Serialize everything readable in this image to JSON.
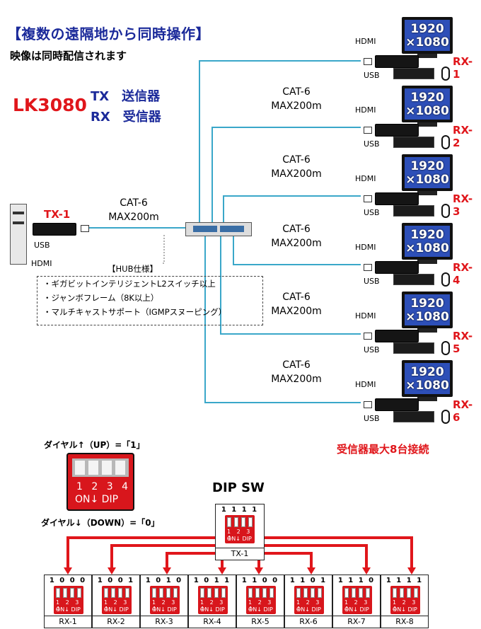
{
  "header": {
    "title": "【複数の遠隔地から同時操作】",
    "subtitle": "映像は同時配信されます",
    "model": "LK3080",
    "tx_line": "TX　送信器",
    "rx_line": "RX　受信器"
  },
  "tx": {
    "label": "TX-1",
    "usb_label": "USB",
    "hdmi_label": "HDMI",
    "cable_label_1": "CAT-6",
    "cable_label_2": "MAX200m"
  },
  "receivers": [
    {
      "label": "RX-1",
      "screen_1": "1920",
      "screen_2": "×1080",
      "hdmi": "HDMI",
      "usb": "USB",
      "cable_1": "CAT-6",
      "cable_2": "MAX200m"
    },
    {
      "label": "RX-2",
      "screen_1": "1920",
      "screen_2": "×1080",
      "hdmi": "HDMI",
      "usb": "USB",
      "cable_1": "CAT-6",
      "cable_2": "MAX200m"
    },
    {
      "label": "RX-3",
      "screen_1": "1920",
      "screen_2": "×1080",
      "hdmi": "HDMI",
      "usb": "USB",
      "cable_1": "CAT-6",
      "cable_2": "MAX200m"
    },
    {
      "label": "RX-4",
      "screen_1": "1920",
      "screen_2": "×1080",
      "hdmi": "HDMI",
      "usb": "USB",
      "cable_1": "CAT-6",
      "cable_2": "MAX200m"
    },
    {
      "label": "RX-5",
      "screen_1": "1920",
      "screen_2": "×1080",
      "hdmi": "HDMI",
      "usb": "USB",
      "cable_1": "CAT-6",
      "cable_2": "MAX200m"
    },
    {
      "label": "RX-6",
      "screen_1": "1920",
      "screen_2": "×1080",
      "hdmi": "HDMI",
      "usb": "USB"
    }
  ],
  "hub": {
    "title": "【HUB仕様】",
    "items": [
      "・ギガビットインテリジェントL2スイッチ以上",
      "・ジャンボフレーム（8K以上）",
      "・マルチキャストサポート（IGMPスヌーピング）"
    ]
  },
  "dip": {
    "up_note": "ダイヤル↑（UP）=「1」",
    "down_note": "ダイヤル↓（DOWN）=「0」",
    "switch_numbers": "1 2 3 4",
    "switch_text": "ON↓ DIP",
    "title": "DIP SW",
    "max_note": "受信器最大8台接続",
    "tx_cell": {
      "code": "1111",
      "label": "TX-1"
    },
    "rx_cells": [
      {
        "code": "1000",
        "label": "RX-1"
      },
      {
        "code": "1001",
        "label": "RX-2"
      },
      {
        "code": "1010",
        "label": "RX-3"
      },
      {
        "code": "1011",
        "label": "RX-4"
      },
      {
        "code": "1100",
        "label": "RX-5"
      },
      {
        "code": "1101",
        "label": "RX-6"
      },
      {
        "code": "1110",
        "label": "RX-7"
      },
      {
        "code": "1111",
        "label": "RX-8"
      }
    ]
  },
  "colors": {
    "accent_red": "#e0161b",
    "title_blue": "#1b2a9a",
    "cable": "#3aa7c9",
    "monitor": "#2d4fb8"
  }
}
